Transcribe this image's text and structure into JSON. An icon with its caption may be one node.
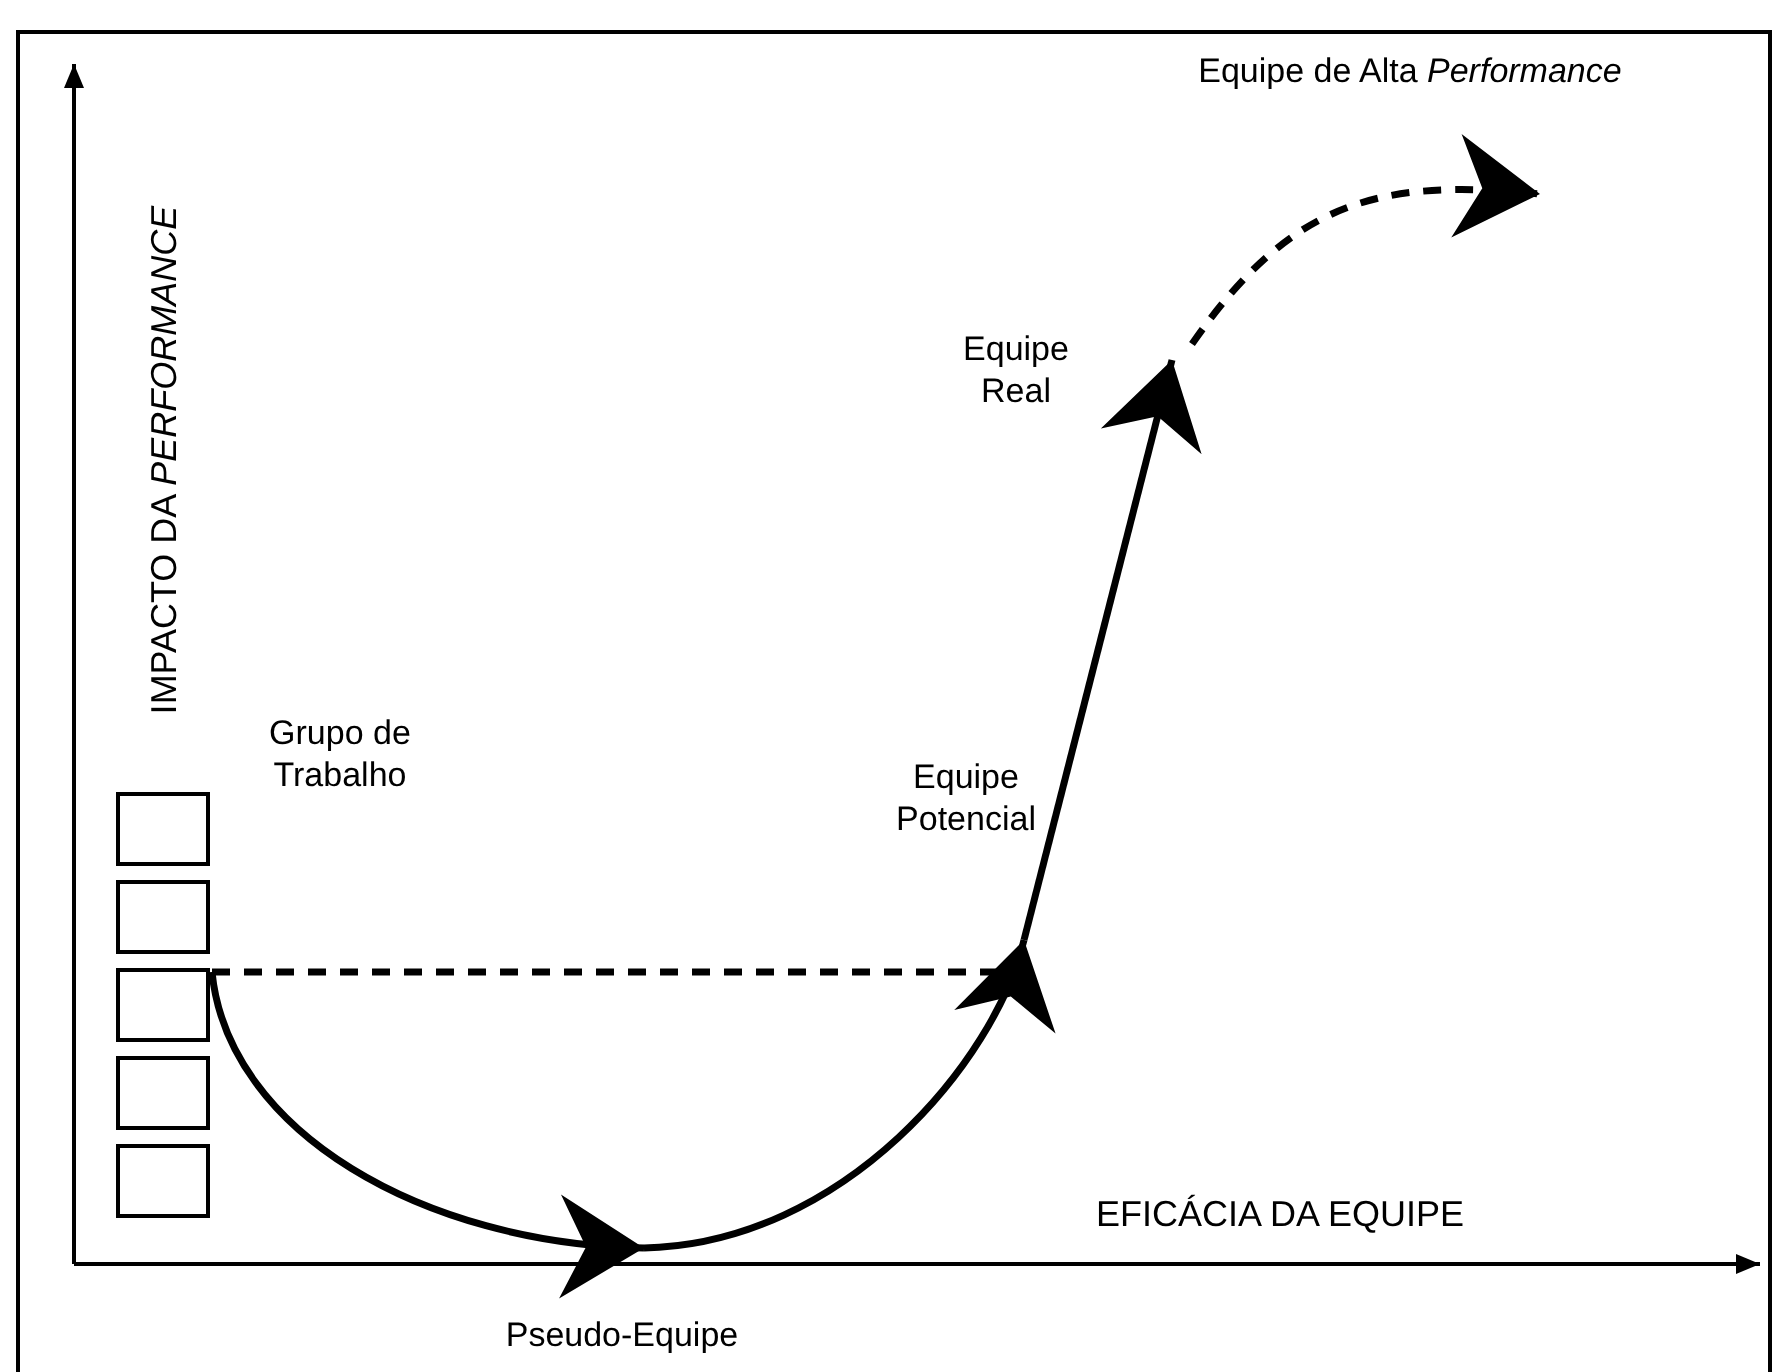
{
  "diagram": {
    "nodes": [
      {
        "text": [
          "Grupo de Trabalho"
        ]
      },
      {
        "text": [],
        "shape": "box"
      },
      {
        "text": [],
        "shape": "box"
      },
      {
        "text": [],
        "shape": "box"
      },
      {
        "text": [],
        "shape": "box"
      },
      {
        "text": [],
        "shape": "box"
      },
      {
        "text": [
          "Pseudo-Equipe"
        ]
      },
      {
        "text": [
          "Equipe Potencial"
        ]
      },
      {
        "text": [
          "Equipe Real"
        ]
      },
      {
        "text": [
          "Equipe de Alta *Performance*"
        ]
      }
    ],
    "edges": [
      {
        "from": 3,
        "to": 6,
        "arrow": "to"
      },
      {
        "from": 6,
        "to": 7,
        "arrow": "to"
      },
      {
        "from": 7,
        "to": 8,
        "arrow": "to"
      },
      {
        "from": 8,
        "to": 9,
        "arrow": "to",
        "style": "dashed"
      },
      {
        "from": 3,
        "to": 7,
        "arrow": "none",
        "style": "dashed"
      }
    ],
    "labels": [
      "IMPACTO DA *PERFORMANCE*",
      "EFICÁCIA DA EQUIPE"
    ]
  }
}
